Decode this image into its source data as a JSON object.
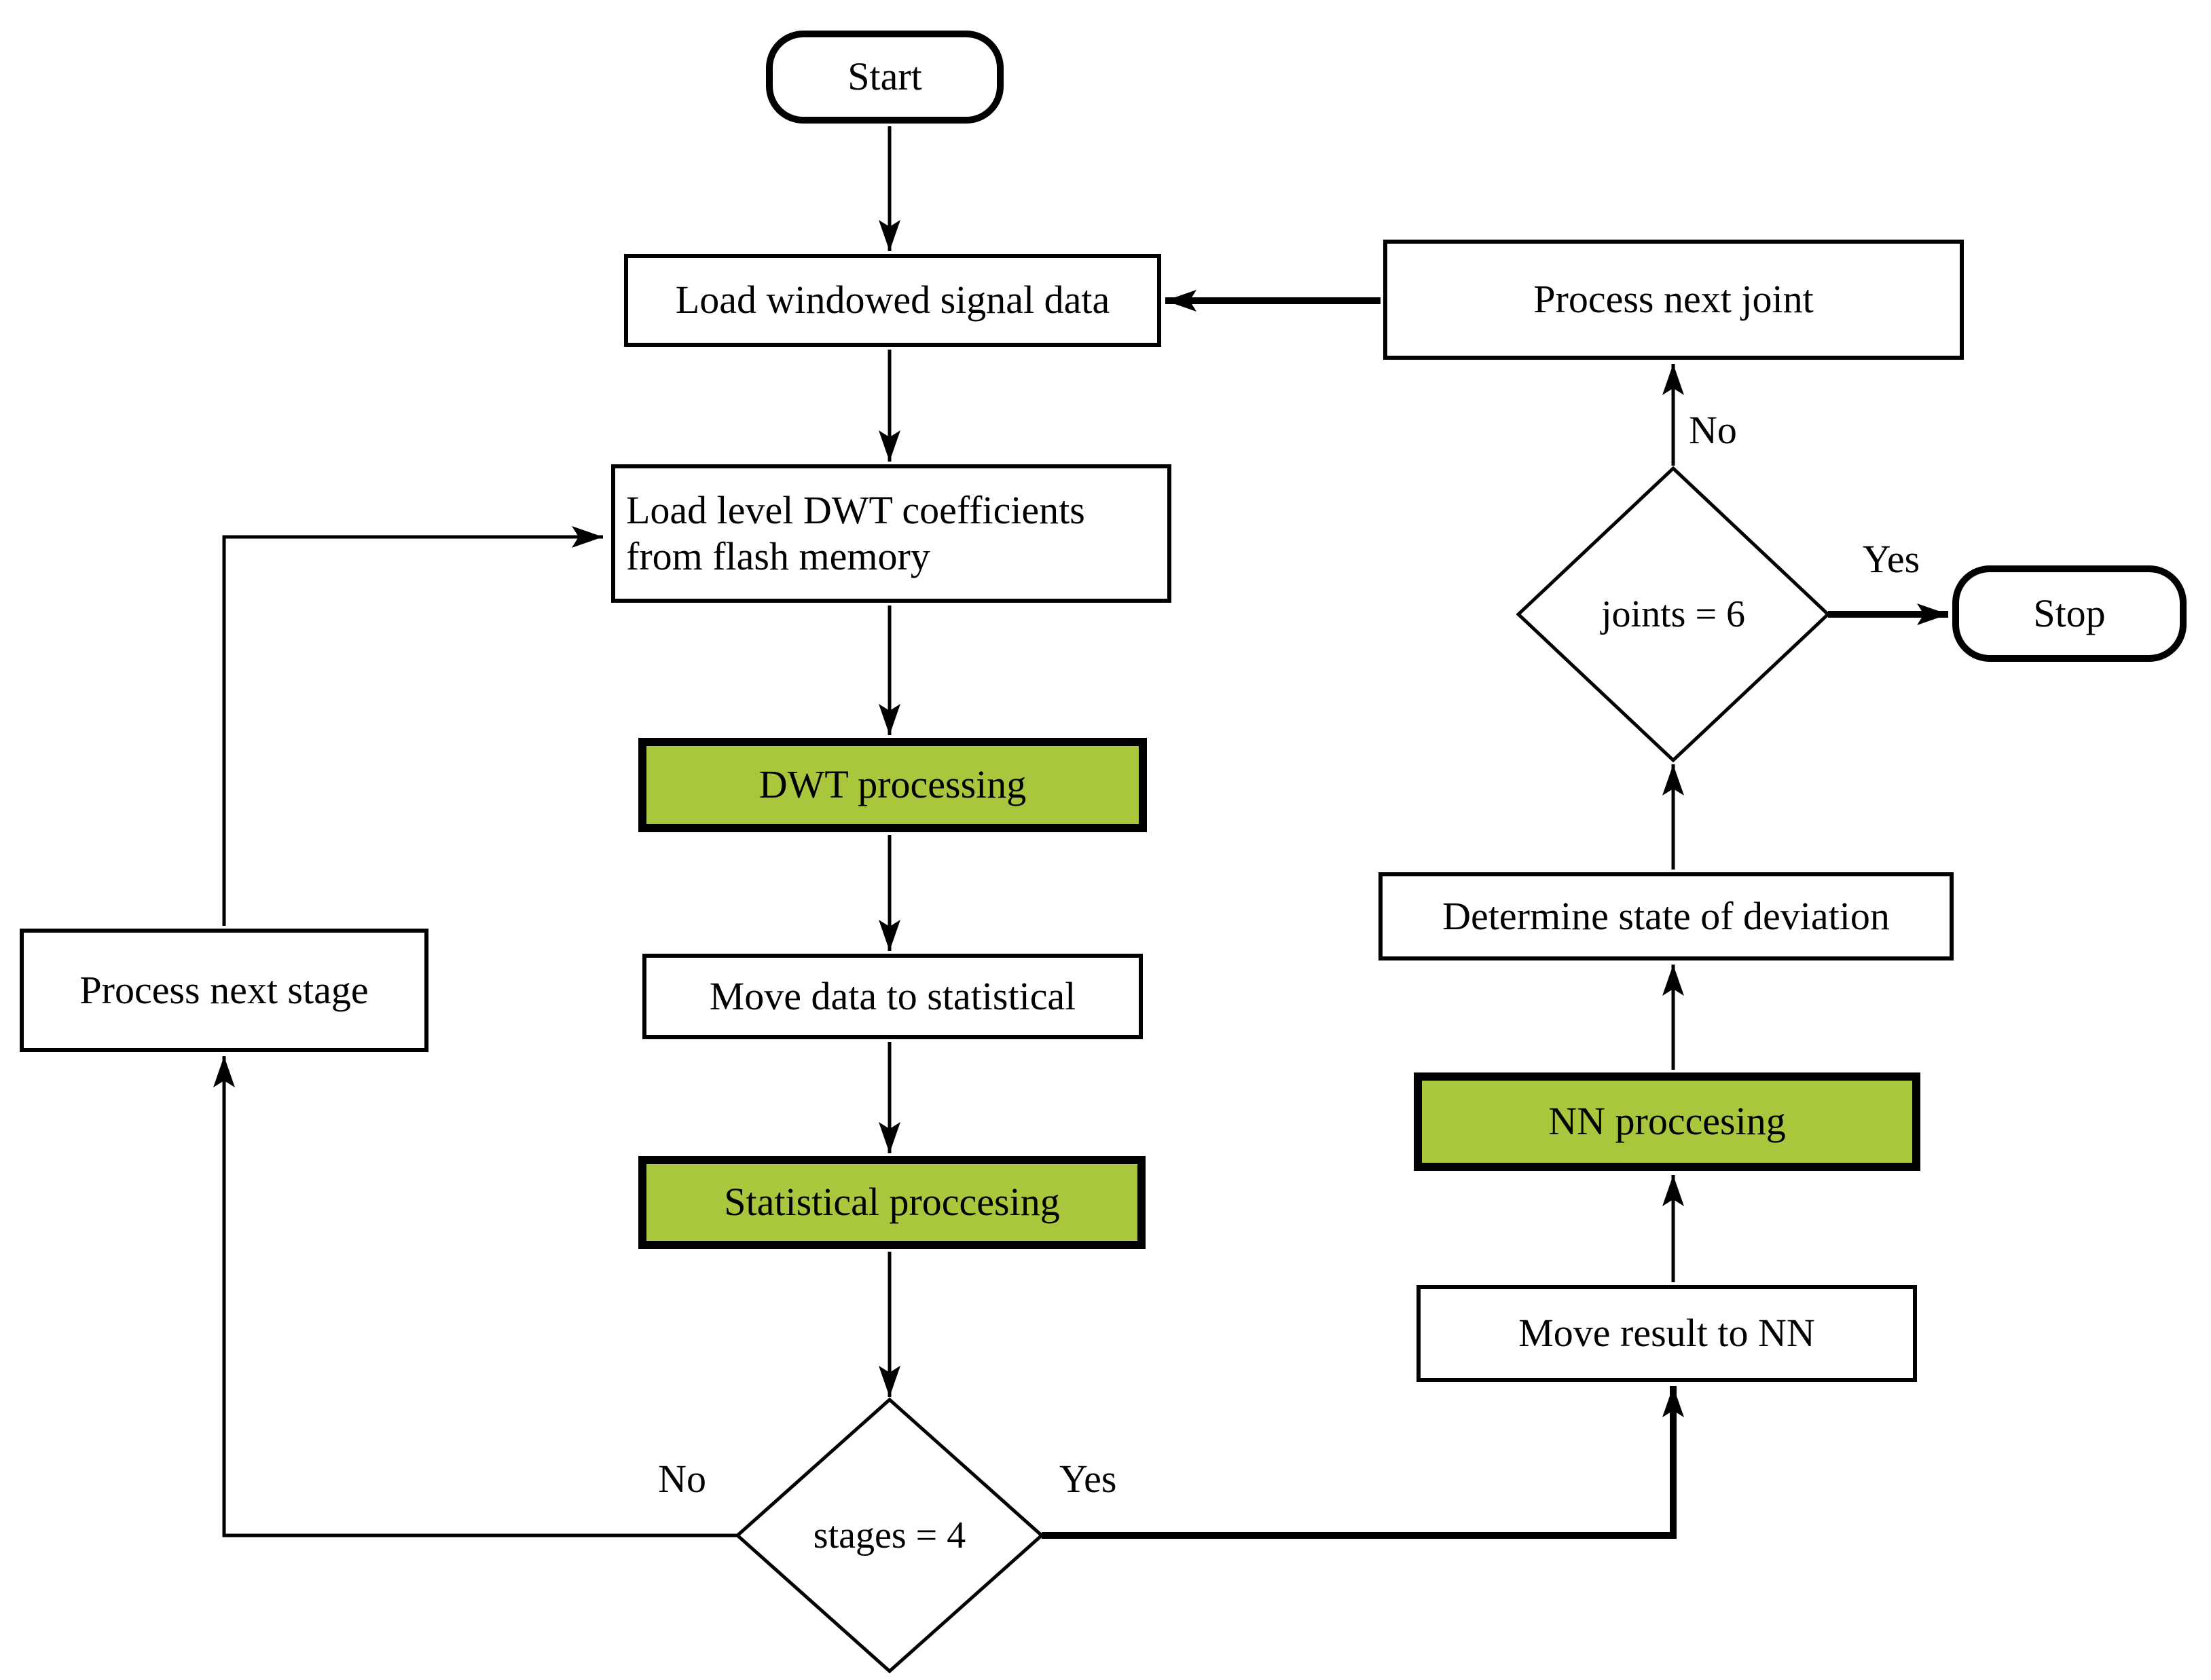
{
  "diagram_type": "flowchart",
  "colors": {
    "highlight_fill": "#a8c73c",
    "node_fill": "#ffffff",
    "line": "#000000",
    "background": "#ffffff"
  },
  "nodes": {
    "start": {
      "label": "Start",
      "type": "terminal"
    },
    "load_windowed": {
      "label": "Load windowed signal data",
      "type": "process"
    },
    "load_level": {
      "label": "Load level DWT coefficients",
      "label2": "from flash memory",
      "type": "process"
    },
    "dwt": {
      "label": "DWT processing",
      "type": "process-highlighted"
    },
    "move_data": {
      "label": "Move data to statistical",
      "type": "process"
    },
    "statistical": {
      "label": "Statistical proccesing",
      "type": "process-highlighted"
    },
    "stages": {
      "label": "stages = 4",
      "type": "decision"
    },
    "process_next_stage": {
      "label": "Process next stage",
      "type": "process"
    },
    "process_next_joint": {
      "label": "Process next joint",
      "type": "process"
    },
    "joints": {
      "label": "joints = 6",
      "type": "decision"
    },
    "stop": {
      "label": "Stop",
      "type": "terminal"
    },
    "determine": {
      "label": "Determine state of deviation",
      "type": "process"
    },
    "nn": {
      "label": "NN proccesing",
      "type": "process-highlighted"
    },
    "move_result": {
      "label": "Move result to NN",
      "type": "process"
    }
  },
  "edge_labels": {
    "stages_no": "No",
    "stages_yes": "Yes",
    "joints_no": "No",
    "joints_yes": "Yes"
  }
}
